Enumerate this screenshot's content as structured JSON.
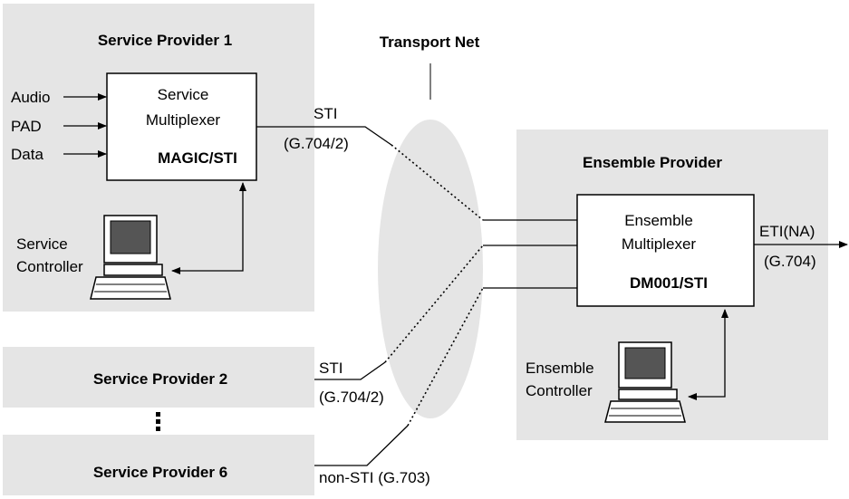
{
  "service_provider_1": {
    "title": "Service Provider 1",
    "inputs": [
      "Audio",
      "PAD",
      "Data"
    ],
    "mux_label_line1": "Service",
    "mux_label_line2": "Multiplexer",
    "mux_name": "MAGIC/STI",
    "controller_line1": "Service",
    "controller_line2": "Controller"
  },
  "transport_net": {
    "title": "Transport Net"
  },
  "link_sp1": {
    "line1": "STI",
    "line2": "(G.704/2)"
  },
  "link_sp2": {
    "line1": "STI",
    "line2": "(G.704/2)"
  },
  "link_sp6": {
    "line1": "non-STI (G.703)"
  },
  "service_provider_2": {
    "title": "Service Provider 2"
  },
  "service_provider_6": {
    "title": "Service Provider 6"
  },
  "ensemble_provider": {
    "title": "Ensemble Provider",
    "mux_label_line1": "Ensemble",
    "mux_label_line2": "Multiplexer",
    "mux_name": "DM001/STI",
    "controller_line1": "Ensemble",
    "controller_line2": "Controller",
    "output_line1": "ETI(NA)",
    "output_line2": "(G.704)"
  },
  "colors": {
    "panel": "#e5e5e5",
    "ellipse": "#e5e5e5",
    "line": "#000000"
  }
}
